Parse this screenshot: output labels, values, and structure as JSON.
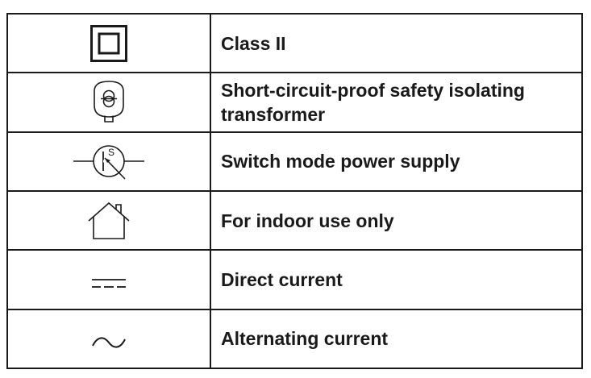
{
  "rows": [
    {
      "icon": "class-ii-double-square-icon",
      "label": "Class II"
    },
    {
      "icon": "safety-isolating-transformer-icon",
      "label": "Short-circuit-proof safety isolating transformer"
    },
    {
      "icon": "switch-mode-power-supply-icon",
      "label": "Switch mode power supply"
    },
    {
      "icon": "indoor-use-house-icon",
      "label": "For indoor use only"
    },
    {
      "icon": "direct-current-icon",
      "label": "Direct current"
    },
    {
      "icon": "alternating-current-icon",
      "label": "Alternating current"
    }
  ]
}
